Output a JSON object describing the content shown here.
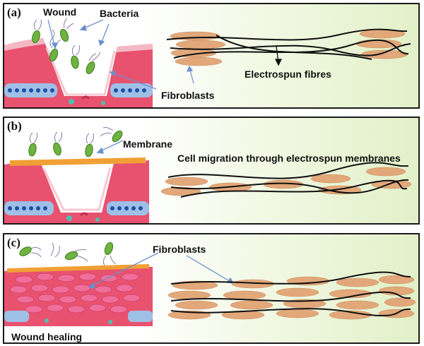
{
  "panels": [
    {
      "id": "a",
      "label": "(a)",
      "texts": {
        "wound": "Wound",
        "bacteria": "Bacteria",
        "fibroblasts": "Fibroblasts",
        "fibres": "Electrospun fibres"
      }
    },
    {
      "id": "b",
      "label": "(b)",
      "texts": {
        "membrane": "Membrane",
        "migration": "Cell migration through electrospun membranes"
      }
    },
    {
      "id": "c",
      "label": "(c)",
      "texts": {
        "fibroblasts": "Fibroblasts",
        "healing": "Wound healing"
      }
    }
  ],
  "colors": {
    "tissue": "#e8526f",
    "skin_surface": "#f4b8c4",
    "cell_layer": "#9fc0e6",
    "bacterium": "#6db33f",
    "fibroblast": "#e2a87a",
    "fibre": "#111111",
    "arrow": "#6a8fd0",
    "membrane": "#f0a035",
    "bg_gradient_end": "#e2f0c8"
  }
}
